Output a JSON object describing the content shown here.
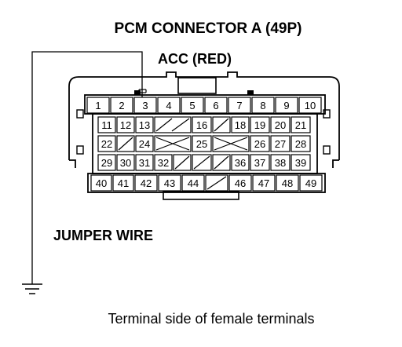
{
  "title": "PCM CONNECTOR A (49P)",
  "acc_label": "ACC (RED)",
  "jumper_label": "JUMPER WIRE",
  "caption": "Terminal side of female terminals",
  "terminals": {
    "row1": [
      "1",
      "2",
      "3",
      "4",
      "5",
      "6",
      "7",
      "8",
      "9",
      "10"
    ],
    "row2": [
      "11",
      "12",
      "13",
      "",
      "16",
      "",
      "18",
      "19",
      "20",
      "21"
    ],
    "row3": [
      "22",
      "",
      "24",
      "",
      "25",
      "",
      "26",
      "27",
      "28"
    ],
    "row4": [
      "29",
      "30",
      "31",
      "32",
      "",
      "",
      "36",
      "37",
      "38",
      "39"
    ],
    "row5": [
      "40",
      "41",
      "42",
      "43",
      "44",
      "",
      "46",
      "47",
      "48",
      "49"
    ]
  },
  "icons": {
    "ground": "ground-symbol-icon",
    "probe": "jumper-probe-icon"
  }
}
